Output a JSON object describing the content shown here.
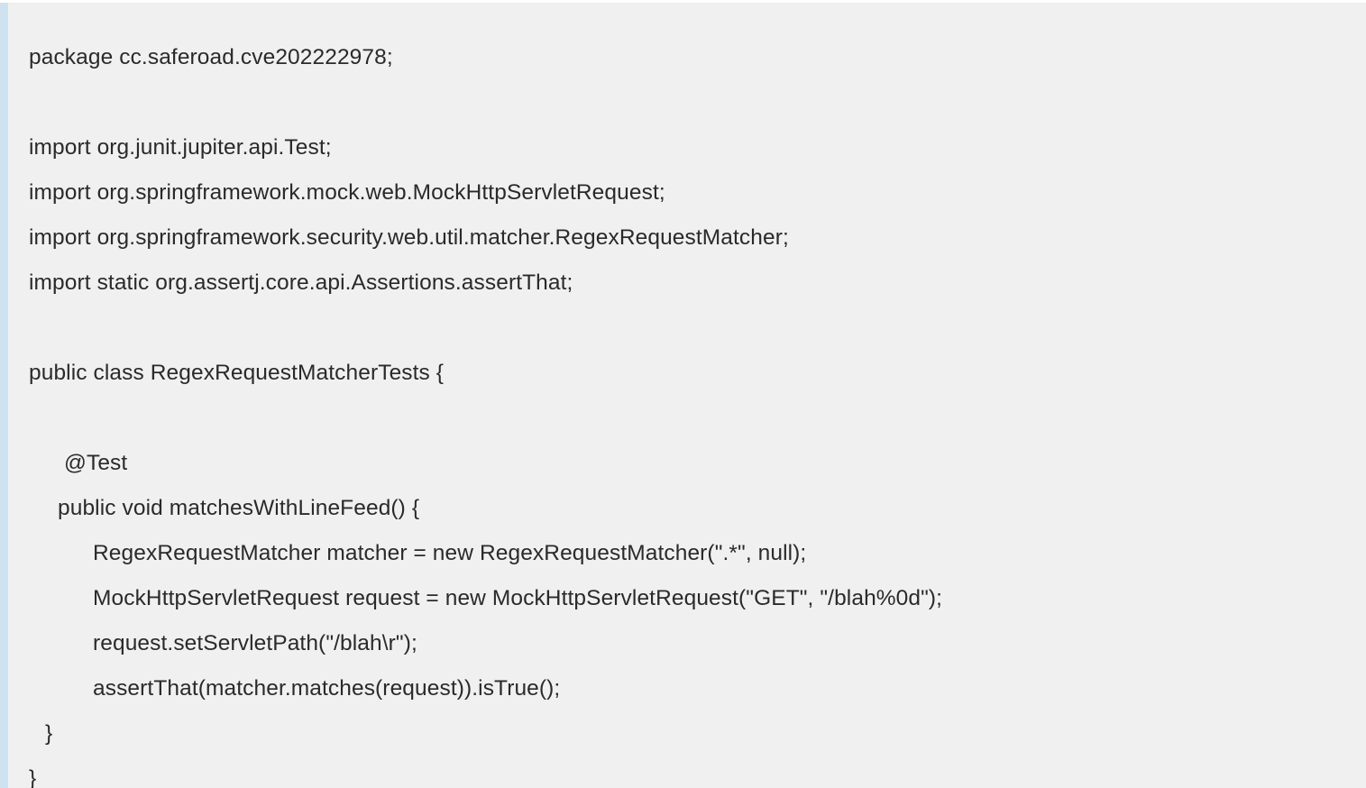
{
  "document": {
    "type": "code-block",
    "language": "java",
    "background_color": "#f0f0f0",
    "accent_bar_color": "#cfe2f0",
    "text_color": "#2a2a2a"
  },
  "code": {
    "lines": [
      {
        "indent": 0,
        "text": "package cc.saferoad.cve202222978;"
      },
      {
        "indent": 0,
        "text": ""
      },
      {
        "indent": 0,
        "text": "import org.junit.jupiter.api.Test;"
      },
      {
        "indent": 0,
        "text": "import org.springframework.mock.web.MockHttpServletRequest;"
      },
      {
        "indent": 0,
        "text": "import org.springframework.security.web.util.matcher.RegexRequestMatcher;"
      },
      {
        "indent": 0,
        "text": "import static org.assertj.core.api.Assertions.assertThat;"
      },
      {
        "indent": 0,
        "text": ""
      },
      {
        "indent": 0,
        "text": "public class RegexRequestMatcherTests {"
      },
      {
        "indent": 0,
        "text": ""
      },
      {
        "indent": 2,
        "text": "@Test"
      },
      {
        "indent": 1,
        "text": "public void matchesWithLineFeed() {"
      },
      {
        "indent": 3,
        "text": "RegexRequestMatcher matcher = new RegexRequestMatcher(\".*\", null);"
      },
      {
        "indent": 3,
        "text": "MockHttpServletRequest request = new MockHttpServletRequest(\"GET\", \"/blah%0d\");"
      },
      {
        "indent": 3,
        "text": "request.setServletPath(\"/blah\\r\");"
      },
      {
        "indent": 3,
        "text": "assertThat(matcher.matches(request)).isTrue();"
      },
      {
        "indent": 4,
        "text": "}"
      },
      {
        "indent": 0,
        "text": "}"
      }
    ]
  }
}
